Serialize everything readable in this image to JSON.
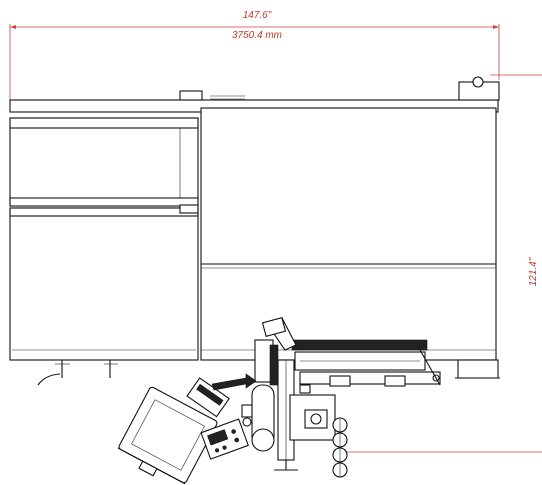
{
  "dimensions": {
    "width_inches": "147.6\"",
    "width_mm": "3750.4 mm",
    "height_inches": "121.4\""
  },
  "colors": {
    "dimension": "#c0392b",
    "linework": "#111111",
    "background": "#ffffff"
  }
}
